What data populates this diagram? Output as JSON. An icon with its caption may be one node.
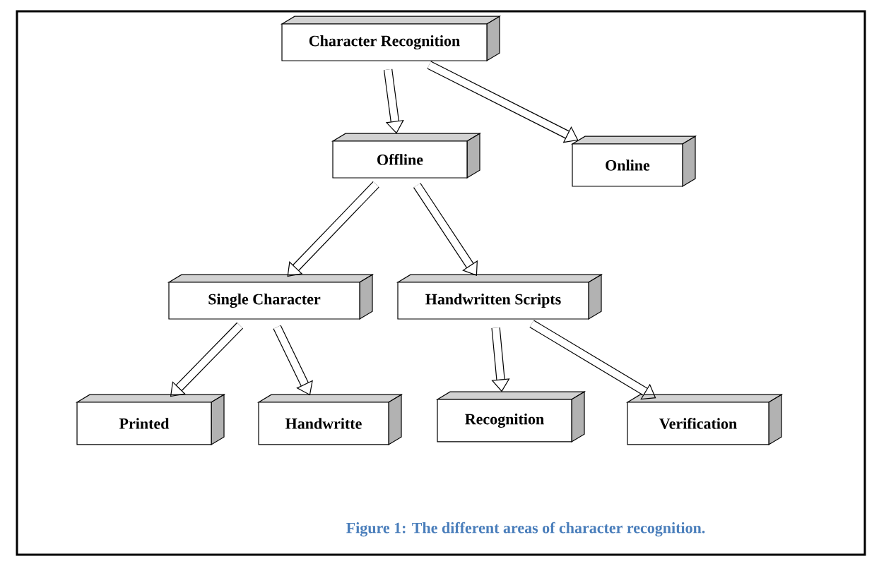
{
  "diagram": {
    "caption": "Figure 1: The different areas of character recognition.",
    "nodes": [
      {
        "text": [
          "Character Recognition"
        ]
      },
      {
        "text": [
          "Offline"
        ]
      },
      {
        "text": [
          "Online"
        ]
      },
      {
        "text": [
          "Single Character"
        ]
      },
      {
        "text": [
          "Handwritten Scripts"
        ]
      },
      {
        "text": [
          "Printed"
        ]
      },
      {
        "text": [
          "Handwritte"
        ]
      },
      {
        "text": [
          "Recognition"
        ]
      },
      {
        "text": [
          "Verification"
        ]
      }
    ],
    "edges": [
      {
        "from": 0,
        "to": 1,
        "arrow": "to"
      },
      {
        "from": 0,
        "to": 2,
        "arrow": "to"
      },
      {
        "from": 1,
        "to": 3,
        "arrow": "to"
      },
      {
        "from": 1,
        "to": 4,
        "arrow": "to"
      },
      {
        "from": 3,
        "to": 5,
        "arrow": "to"
      },
      {
        "from": 3,
        "to": 6,
        "arrow": "to"
      },
      {
        "from": 4,
        "to": 7,
        "arrow": "to"
      },
      {
        "from": 4,
        "to": 8,
        "arrow": "to"
      }
    ]
  }
}
